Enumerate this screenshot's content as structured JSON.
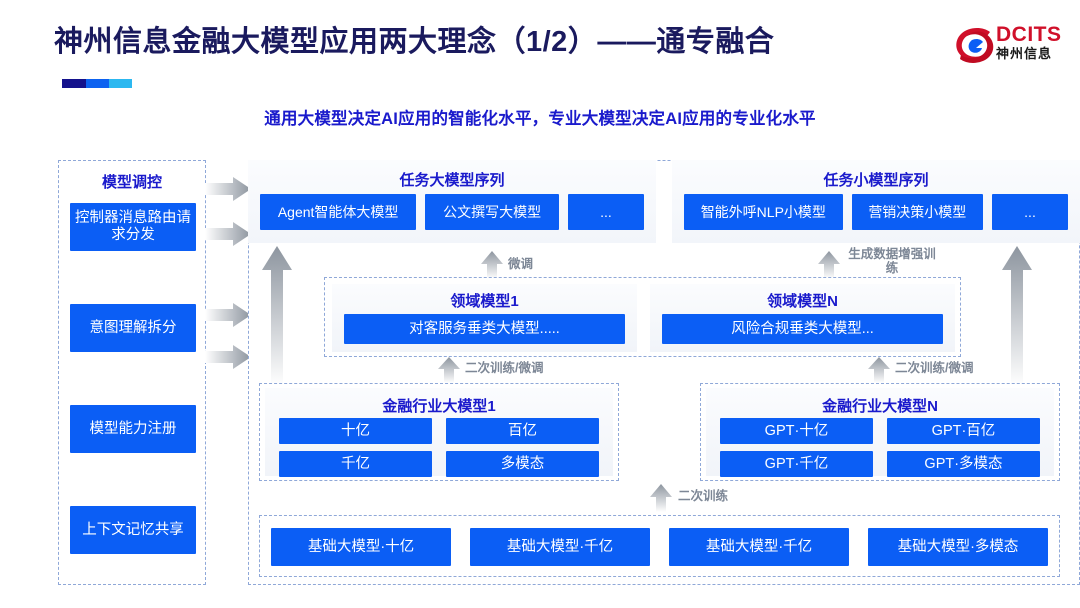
{
  "header": {
    "title": "神州信息金融大模型应用两大理念（1/2）——通专融合",
    "subtitle": "通用大模型决定AI应用的智能化水平，专业大模型决定AI应用的专业化水平",
    "logo_en": "DCITS",
    "logo_cn": "神州信息",
    "accent_colors": [
      "#14128c",
      "#0d62f0",
      "#2cb8f0"
    ],
    "title_color": "#1a1a5e",
    "subtitle_color": "#1a1acc",
    "logo_color": "#d0102a"
  },
  "sidebar": {
    "title": "模型调控",
    "items": [
      {
        "label": "控制器消息路由请求分发"
      },
      {
        "label": "意图理解拆分"
      },
      {
        "label": "模型能力注册"
      },
      {
        "label": "上下文记忆共享"
      }
    ]
  },
  "task_sequences": [
    {
      "title": "任务大模型序列",
      "cells": [
        "Agent智能体大模型",
        "公文撰写大模型",
        "..."
      ]
    },
    {
      "title": "任务小模型序列",
      "cells": [
        "智能外呼NLP小模型",
        "营销决策小模型",
        "..."
      ]
    }
  ],
  "domain_models": [
    {
      "title": "领域模型1",
      "label": "对客服务垂类大模型....."
    },
    {
      "title": "领域模型N",
      "label": "风险合规垂类大模型..."
    }
  ],
  "industry_models": [
    {
      "title": "金融行业大模型1",
      "cells": [
        "十亿",
        "百亿",
        "千亿",
        "多模态"
      ]
    },
    {
      "title": "金融行业大模型N",
      "cells": [
        "GPT·十亿",
        "GPT·百亿",
        "GPT·千亿",
        "GPT·多模态"
      ]
    }
  ],
  "base_models": {
    "cells": [
      "基础大模型·十亿",
      "基础大模型·千亿",
      "基础大模型·千亿",
      "基础大模型·多模态"
    ]
  },
  "flow_labels": {
    "fine_tune": "微调",
    "data_augment": "生成数据增强训练",
    "retrain_finetune_left": "二次训练/微调",
    "retrain_finetune_right": "二次训练/微调",
    "retrain": "二次训练"
  },
  "colors": {
    "box_blue": "#0b5ef5",
    "dashed_border": "#8fa8d8",
    "arrow_gray": "#9aa3ae",
    "label_gray": "#7d8796"
  }
}
